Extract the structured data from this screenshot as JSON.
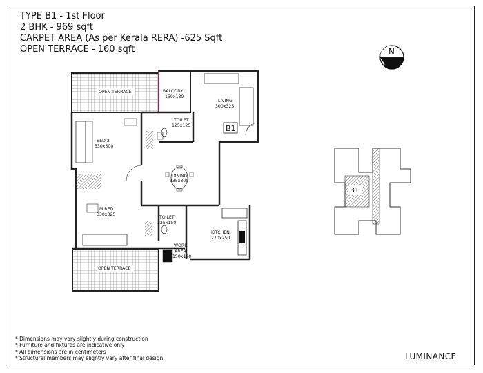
{
  "header": {
    "line1": "TYPE B1 - 1st Floor",
    "line2": "2 BHK - 969 sqft",
    "line3": "CARPET AREA (As per Kerala RERA) -625 Sqft",
    "line4": "OPEN TERRACE - 160 sqft"
  },
  "compass": {
    "letter": "N"
  },
  "rooms": {
    "open_terrace_top": "OPEN TERRACE",
    "balcony_name": "BALCONY",
    "balcony_size": "150x180",
    "living_name": "LIVING",
    "living_size": "300x325",
    "unit_tag": "B1",
    "toilet1_name": "TOILET",
    "toilet1_size": "125x125",
    "bed2_name": "BED 2",
    "bed2_size": "330x300",
    "dining_name": "DINING",
    "dining_size": "335x300",
    "mbed_name": "M.BED",
    "mbed_size": "330x325",
    "toilet2_name": "TOILET",
    "toilet2_size": "225x150",
    "kitchen_name": "KITCHEN",
    "kitchen_size": "270x250",
    "work_name": "WORK",
    "work_name2": "AREA",
    "work_size": "150x120",
    "open_terrace_bottom": "OPEN TERRACE"
  },
  "key_plan": {
    "unit_tag": "B1"
  },
  "notes": [
    "* Dimensions may vary slightly during construction",
    "* Furniture and fixtures are indicative only",
    "* All dimensions are in centimeters",
    "* Structural members may slightly vary after final design"
  ],
  "brand": "LUMINANCE",
  "colors": {
    "wall": "#222222",
    "line": "#333333",
    "hatch": "#555555",
    "highlight": "#cc3366"
  }
}
